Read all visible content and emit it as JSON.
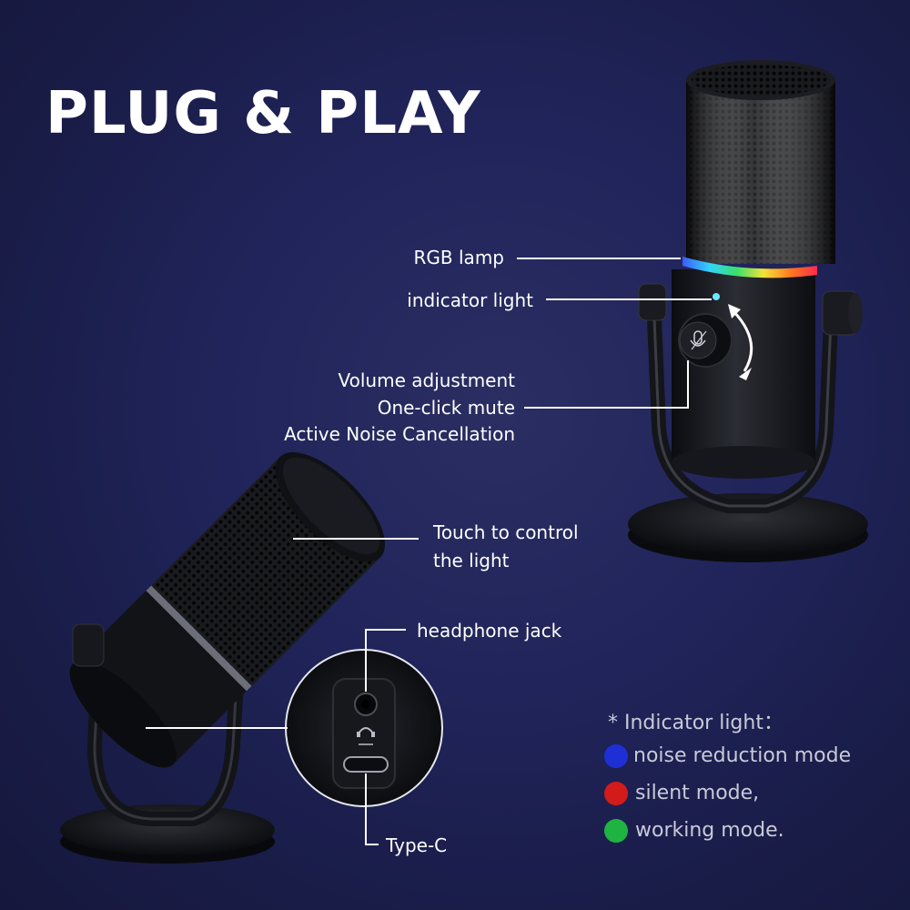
{
  "title": "PLUG & PLAY",
  "callouts": {
    "rgb_lamp": "RGB lamp",
    "indicator_light": "indicator light",
    "volume": "Volume adjustment",
    "mute": "One-click mute",
    "anc": "Active Noise Cancellation",
    "touch_line1": "Touch to control",
    "touch_line2": "the light",
    "headphone_jack": "headphone jack",
    "type_c": "Type-C"
  },
  "legend": {
    "heading": "* Indicator light：",
    "items": [
      {
        "label": "noise reduction mode",
        "color": "#1e2fd6"
      },
      {
        "label": "silent mode,",
        "color": "#d31b1b"
      },
      {
        "label": "working mode.",
        "color": "#1fb341"
      }
    ]
  },
  "colors": {
    "background": "#1d2150",
    "text": "#ffffff"
  }
}
